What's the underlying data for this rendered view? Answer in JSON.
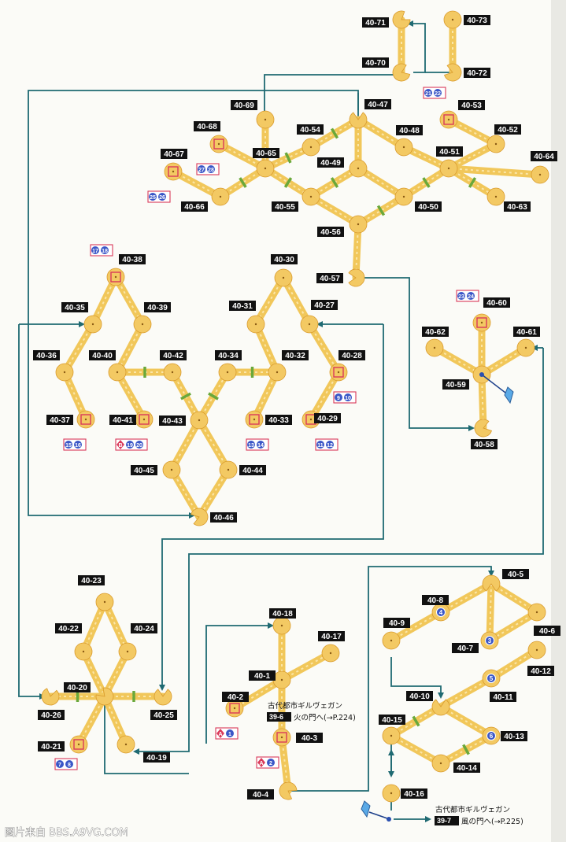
{
  "nodes": [
    {
      "id": "40-1",
      "label": "40-1"
    },
    {
      "id": "40-2",
      "label": "40-2"
    },
    {
      "id": "40-3",
      "label": "40-3"
    },
    {
      "id": "40-4",
      "label": "40-4"
    },
    {
      "id": "40-5",
      "label": "40-5"
    },
    {
      "id": "40-6",
      "label": "40-6"
    },
    {
      "id": "40-7",
      "label": "40-7"
    },
    {
      "id": "40-8",
      "label": "40-8"
    },
    {
      "id": "40-9",
      "label": "40-9"
    },
    {
      "id": "40-10",
      "label": "40-10"
    },
    {
      "id": "40-11",
      "label": "40-11"
    },
    {
      "id": "40-12",
      "label": "40-12"
    },
    {
      "id": "40-13",
      "label": "40-13"
    },
    {
      "id": "40-14",
      "label": "40-14"
    },
    {
      "id": "40-15",
      "label": "40-15"
    },
    {
      "id": "40-16",
      "label": "40-16"
    },
    {
      "id": "40-17",
      "label": "40-17"
    },
    {
      "id": "40-18",
      "label": "40-18"
    },
    {
      "id": "40-19",
      "label": "40-19"
    },
    {
      "id": "40-20",
      "label": "40-20"
    },
    {
      "id": "40-21",
      "label": "40-21"
    },
    {
      "id": "40-22",
      "label": "40-22"
    },
    {
      "id": "40-23",
      "label": "40-23"
    },
    {
      "id": "40-24",
      "label": "40-24"
    },
    {
      "id": "40-25",
      "label": "40-25"
    },
    {
      "id": "40-26",
      "label": "40-26"
    },
    {
      "id": "40-27",
      "label": "40-27"
    },
    {
      "id": "40-28",
      "label": "40-28"
    },
    {
      "id": "40-29",
      "label": "40-29"
    },
    {
      "id": "40-30",
      "label": "40-30"
    },
    {
      "id": "40-31",
      "label": "40-31"
    },
    {
      "id": "40-32",
      "label": "40-32"
    },
    {
      "id": "40-33",
      "label": "40-33"
    },
    {
      "id": "40-34",
      "label": "40-34"
    },
    {
      "id": "40-35",
      "label": "40-35"
    },
    {
      "id": "40-36",
      "label": "40-36"
    },
    {
      "id": "40-37",
      "label": "40-37"
    },
    {
      "id": "40-38",
      "label": "40-38"
    },
    {
      "id": "40-39",
      "label": "40-39"
    },
    {
      "id": "40-40",
      "label": "40-40"
    },
    {
      "id": "40-41",
      "label": "40-41"
    },
    {
      "id": "40-42",
      "label": "40-42"
    },
    {
      "id": "40-43",
      "label": "40-43"
    },
    {
      "id": "40-44",
      "label": "40-44"
    },
    {
      "id": "40-45",
      "label": "40-45"
    },
    {
      "id": "40-46",
      "label": "40-46"
    },
    {
      "id": "40-47",
      "label": "40-47"
    },
    {
      "id": "40-48",
      "label": "40-48"
    },
    {
      "id": "40-49",
      "label": "40-49"
    },
    {
      "id": "40-50",
      "label": "40-50"
    },
    {
      "id": "40-51",
      "label": "40-51"
    },
    {
      "id": "40-52",
      "label": "40-52"
    },
    {
      "id": "40-53",
      "label": "40-53"
    },
    {
      "id": "40-54",
      "label": "40-54"
    },
    {
      "id": "40-55",
      "label": "40-55"
    },
    {
      "id": "40-56",
      "label": "40-56"
    },
    {
      "id": "40-57",
      "label": "40-57"
    },
    {
      "id": "40-58",
      "label": "40-58"
    },
    {
      "id": "40-59",
      "label": "40-59"
    },
    {
      "id": "40-60",
      "label": "40-60"
    },
    {
      "id": "40-61",
      "label": "40-61"
    },
    {
      "id": "40-62",
      "label": "40-62"
    },
    {
      "id": "40-63",
      "label": "40-63"
    },
    {
      "id": "40-64",
      "label": "40-64"
    },
    {
      "id": "40-65",
      "label": "40-65"
    },
    {
      "id": "40-66",
      "label": "40-66"
    },
    {
      "id": "40-67",
      "label": "40-67"
    },
    {
      "id": "40-68",
      "label": "40-68"
    },
    {
      "id": "40-69",
      "label": "40-69"
    },
    {
      "id": "40-70",
      "label": "40-70"
    },
    {
      "id": "40-71",
      "label": "40-71"
    },
    {
      "id": "40-72",
      "label": "40-72"
    },
    {
      "id": "40-73",
      "label": "40-73"
    }
  ],
  "treasure_markers": [
    {
      "node": "40-2",
      "labels": [
        "A",
        "1"
      ]
    },
    {
      "node": "40-3",
      "labels": [
        "A",
        "2"
      ]
    },
    {
      "node": "40-41",
      "labels": [
        "B",
        "19",
        "20"
      ]
    },
    {
      "node": "40-21",
      "labels": [
        "7",
        "8"
      ]
    },
    {
      "node": "40-37",
      "labels": [
        "15",
        "16"
      ]
    },
    {
      "node": "40-33",
      "labels": [
        "13",
        "14"
      ]
    },
    {
      "node": "40-29",
      "labels": [
        "11",
        "12"
      ]
    },
    {
      "node": "40-28",
      "labels": [
        "9",
        "10"
      ]
    },
    {
      "node": "40-38",
      "labels": [
        "17",
        "18"
      ]
    },
    {
      "node": "40-67",
      "labels": [
        "25",
        "26"
      ]
    },
    {
      "node": "40-68",
      "labels": [
        "27",
        "28"
      ]
    },
    {
      "node": "40-53",
      "labels": [
        "21",
        "22"
      ]
    },
    {
      "node": "40-60",
      "labels": [
        "23",
        "24"
      ]
    }
  ],
  "node_numbers": [
    {
      "node": "40-8",
      "num": "4"
    },
    {
      "node": "40-7",
      "num": "3"
    },
    {
      "node": "40-11",
      "num": "5"
    },
    {
      "node": "40-13",
      "num": "6"
    }
  ],
  "exits": {
    "fire_gate": {
      "city": "古代都市ギルヴェガン",
      "code": "39-6",
      "text": "火の門へ(→P.224)"
    },
    "wind_gate": {
      "city": "古代都市ギルヴェガン",
      "code": "39-7",
      "text": "風の門へ(→P.225)"
    }
  },
  "watermark": "图片来自 BBS.A9VG.COM",
  "colors": {
    "path": "#f1c75a",
    "room": "#f3c963",
    "room_stroke": "#d99a2b",
    "label_bg": "#111111",
    "connector": "#1f6a72",
    "door": "#6aa83a",
    "chest": "#d93a5a",
    "num": "#3b57c7"
  }
}
